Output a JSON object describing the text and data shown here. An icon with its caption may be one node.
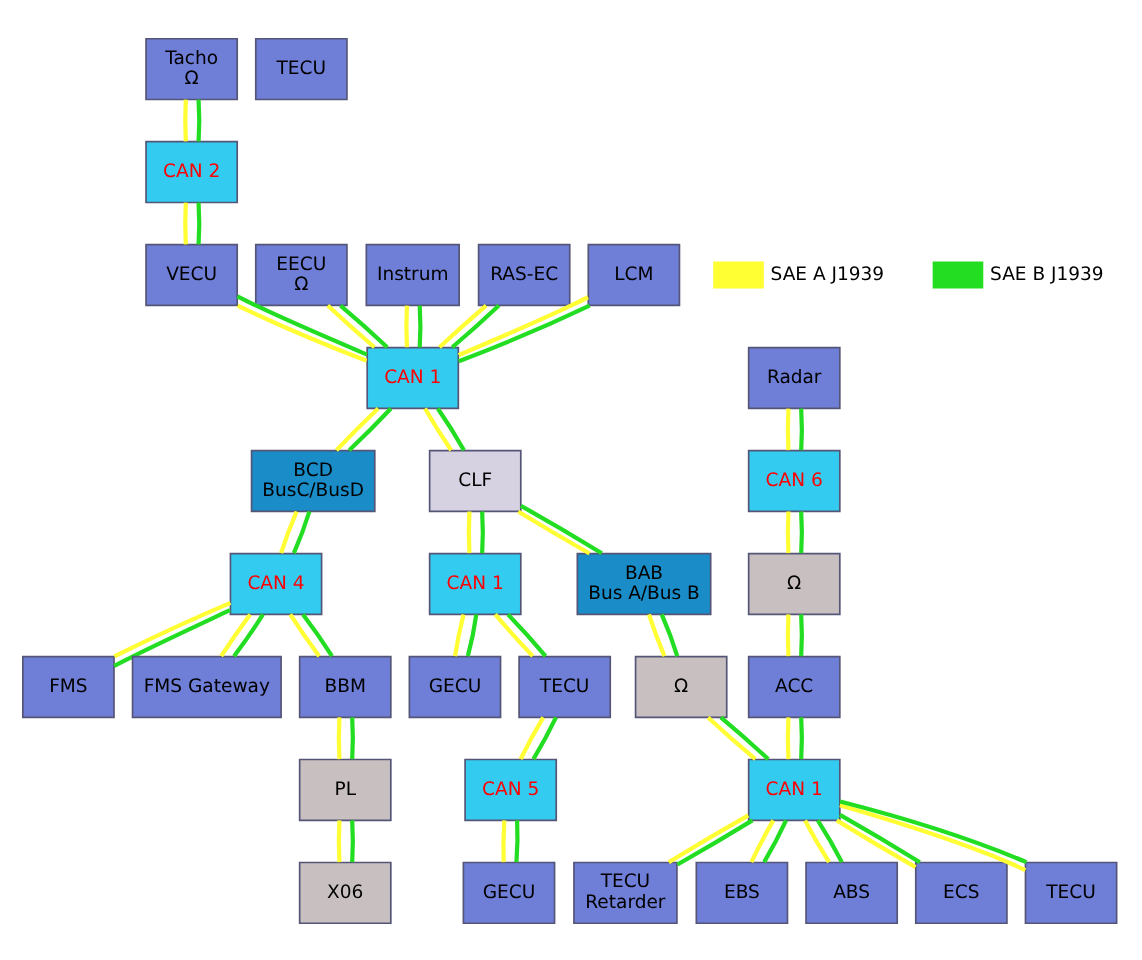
{
  "diagram": {
    "nodes": [
      {
        "text": [
          "Tacho",
          "Ω"
        ]
      },
      {
        "text": [
          "EECU",
          "Ω"
        ]
      },
      {
        "text": [
          "Instrum"
        ]
      },
      {
        "text": [
          "RAS-EC"
        ]
      },
      {
        "text": [
          "LCM"
        ]
      },
      {
        "text": [
          "CAN 2"
        ]
      },
      {
        "text": [
          "VECU"
        ]
      },
      {
        "text": [
          "CAN 1"
        ]
      },
      {
        "text": [
          "FMS"
        ]
      },
      {
        "text": [
          "CAN 4"
        ]
      },
      {
        "text": [
          "FMS Gateway"
        ]
      },
      {
        "text": [
          "BCD",
          "BusC/BusD"
        ]
      },
      {
        "text": [
          "BBM"
        ]
      },
      {
        "text": [
          "CLF"
        ]
      },
      {
        "text": [
          "GECU"
        ]
      },
      {
        "text": [
          "CAN 1"
        ]
      },
      {
        "text": [
          "TECU"
        ]
      },
      {
        "text": [
          "PL"
        ]
      },
      {
        "text": [
          "Radar"
        ]
      },
      {
        "text": [
          "CAN 6"
        ]
      },
      {
        "text": [
          "BAB",
          "Bus A/Bus B"
        ]
      },
      {
        "text": [
          "Ω"
        ]
      },
      {
        "text": [
          "Ω"
        ]
      },
      {
        "text": [
          "TECU"
        ]
      },
      {
        "text": [
          "X06"
        ]
      },
      {
        "text": [
          "ACC"
        ]
      },
      {
        "text": [
          "CAN 1"
        ]
      },
      {
        "text": [
          "CAN 5"
        ]
      },
      {
        "text": [
          "GECU"
        ]
      },
      {
        "text": [
          "TECU",
          "Retarder"
        ]
      },
      {
        "text": [
          "EBS"
        ]
      },
      {
        "text": [
          "ABS"
        ]
      },
      {
        "text": [
          "ECS"
        ]
      },
      {
        "text": [
          "TECU"
        ]
      }
    ],
    "edges": [
      {
        "from": 0,
        "to": 5,
        "arrow": "none",
        "color": "#ffff33"
      },
      {
        "from": 0,
        "to": 5,
        "arrow": "none",
        "color": "#22dd22"
      },
      {
        "from": 5,
        "to": 6,
        "arrow": "none",
        "color": "#ffff33"
      },
      {
        "from": 5,
        "to": 6,
        "arrow": "none",
        "color": "#22dd22"
      },
      {
        "from": 6,
        "to": 7,
        "arrow": "none",
        "color": "#ffff33"
      },
      {
        "from": 6,
        "to": 7,
        "arrow": "none",
        "color": "#22dd22"
      },
      {
        "from": 1,
        "to": 7,
        "arrow": "none",
        "color": "#ffff33"
      },
      {
        "from": 1,
        "to": 7,
        "arrow": "none",
        "color": "#22dd22"
      },
      {
        "from": 2,
        "to": 7,
        "arrow": "none",
        "color": "#ffff33"
      },
      {
        "from": 2,
        "to": 7,
        "arrow": "none",
        "color": "#22dd22"
      },
      {
        "from": 3,
        "to": 7,
        "arrow": "none",
        "color": "#ffff33"
      },
      {
        "from": 3,
        "to": 7,
        "arrow": "none",
        "color": "#22dd22"
      },
      {
        "from": 4,
        "to": 7,
        "arrow": "none",
        "color": "#ffff33"
      },
      {
        "from": 4,
        "to": 7,
        "arrow": "none",
        "color": "#22dd22"
      },
      {
        "from": 7,
        "to": 11,
        "arrow": "none",
        "color": "#ffff33"
      },
      {
        "from": 7,
        "to": 11,
        "arrow": "none",
        "color": "#22dd22"
      },
      {
        "from": 7,
        "to": 13,
        "arrow": "none",
        "color": "#ffff33"
      },
      {
        "from": 7,
        "to": 13,
        "arrow": "none",
        "color": "#22dd22"
      },
      {
        "from": 11,
        "to": 9,
        "arrow": "none",
        "color": "#ffff33"
      },
      {
        "from": 11,
        "to": 9,
        "arrow": "none",
        "color": "#22dd22"
      },
      {
        "from": 9,
        "to": 8,
        "arrow": "none",
        "color": "#ffff33"
      },
      {
        "from": 9,
        "to": 8,
        "arrow": "none",
        "color": "#22dd22"
      },
      {
        "from": 9,
        "to": 10,
        "arrow": "none",
        "color": "#ffff33"
      },
      {
        "from": 9,
        "to": 10,
        "arrow": "none",
        "color": "#22dd22"
      },
      {
        "from": 9,
        "to": 12,
        "arrow": "none",
        "color": "#ffff33"
      },
      {
        "from": 9,
        "to": 12,
        "arrow": "none",
        "color": "#22dd22"
      },
      {
        "from": 12,
        "to": 17,
        "arrow": "none",
        "color": "#ffff33"
      },
      {
        "from": 12,
        "to": 17,
        "arrow": "none",
        "color": "#22dd22"
      },
      {
        "from": 17,
        "to": 24,
        "arrow": "none",
        "color": "#ffff33"
      },
      {
        "from": 17,
        "to": 24,
        "arrow": "none",
        "color": "#22dd22"
      },
      {
        "from": 13,
        "to": 15,
        "arrow": "none",
        "color": "#ffff33"
      },
      {
        "from": 13,
        "to": 15,
        "arrow": "none",
        "color": "#22dd22"
      },
      {
        "from": 15,
        "to": 14,
        "arrow": "none",
        "color": "#ffff33"
      },
      {
        "from": 15,
        "to": 14,
        "arrow": "none",
        "color": "#22dd22"
      },
      {
        "from": 15,
        "to": 23,
        "arrow": "none",
        "color": "#ffff33"
      },
      {
        "from": 15,
        "to": 23,
        "arrow": "none",
        "color": "#22dd22"
      },
      {
        "from": 13,
        "to": 20,
        "arrow": "none",
        "color": "#ffff33"
      },
      {
        "from": 13,
        "to": 20,
        "arrow": "none",
        "color": "#22dd22"
      },
      {
        "from": 20,
        "to": 22,
        "arrow": "none",
        "color": "#ffff33"
      },
      {
        "from": 20,
        "to": 22,
        "arrow": "none",
        "color": "#22dd22"
      },
      {
        "from": 22,
        "to": 26,
        "arrow": "none",
        "color": "#ffff33"
      },
      {
        "from": 22,
        "to": 26,
        "arrow": "none",
        "color": "#22dd22"
      },
      {
        "from": 18,
        "to": 19,
        "arrow": "none",
        "color": "#ffff33"
      },
      {
        "from": 18,
        "to": 19,
        "arrow": "none",
        "color": "#22dd22"
      },
      {
        "from": 19,
        "to": 21,
        "arrow": "none",
        "color": "#ffff33"
      },
      {
        "from": 19,
        "to": 21,
        "arrow": "none",
        "color": "#22dd22"
      },
      {
        "from": 21,
        "to": 25,
        "arrow": "none",
        "color": "#ffff33"
      },
      {
        "from": 21,
        "to": 25,
        "arrow": "none",
        "color": "#22dd22"
      },
      {
        "from": 23,
        "to": 27,
        "arrow": "none",
        "color": "#ffff33"
      },
      {
        "from": 23,
        "to": 27,
        "arrow": "none",
        "color": "#22dd22"
      },
      {
        "from": 27,
        "to": 28,
        "arrow": "none",
        "color": "#ffff33"
      },
      {
        "from": 27,
        "to": 28,
        "arrow": "none",
        "color": "#22dd22"
      },
      {
        "from": 25,
        "to": 26,
        "arrow": "none",
        "color": "#ffff33"
      },
      {
        "from": 25,
        "to": 26,
        "arrow": "none",
        "color": "#22dd22"
      },
      {
        "from": 26,
        "to": 29,
        "arrow": "none",
        "color": "#ffff33"
      },
      {
        "from": 26,
        "to": 29,
        "arrow": "none",
        "color": "#22dd22"
      },
      {
        "from": 26,
        "to": 30,
        "arrow": "none",
        "color": "#ffff33"
      },
      {
        "from": 26,
        "to": 30,
        "arrow": "none",
        "color": "#22dd22"
      },
      {
        "from": 26,
        "to": 31,
        "arrow": "none",
        "color": "#ffff33"
      },
      {
        "from": 26,
        "to": 31,
        "arrow": "none",
        "color": "#22dd22"
      },
      {
        "from": 26,
        "to": 32,
        "arrow": "none",
        "color": "#ffff33"
      },
      {
        "from": 26,
        "to": 32,
        "arrow": "none",
        "color": "#22dd22"
      },
      {
        "from": 26,
        "to": 33,
        "arrow": "none",
        "color": "#ffff33"
      },
      {
        "from": 26,
        "to": 33,
        "arrow": "none",
        "color": "#22dd22"
      }
    ],
    "legend": [
      {
        "text": "SAE A J1939",
        "color": "#ffff33"
      },
      {
        "text": "SAE B J1939",
        "color": "#22dd22"
      }
    ]
  }
}
